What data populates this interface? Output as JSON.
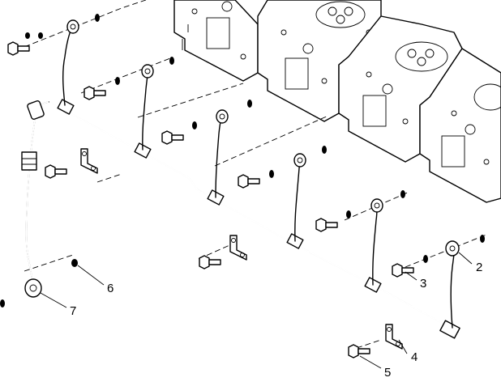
{
  "callouts": [
    {
      "id": "2",
      "label": "2"
    },
    {
      "id": "3",
      "label": "3"
    },
    {
      "id": "4",
      "label": "4"
    },
    {
      "id": "5",
      "label": "5"
    },
    {
      "id": "6",
      "label": "6"
    },
    {
      "id": "7",
      "label": "7"
    }
  ]
}
